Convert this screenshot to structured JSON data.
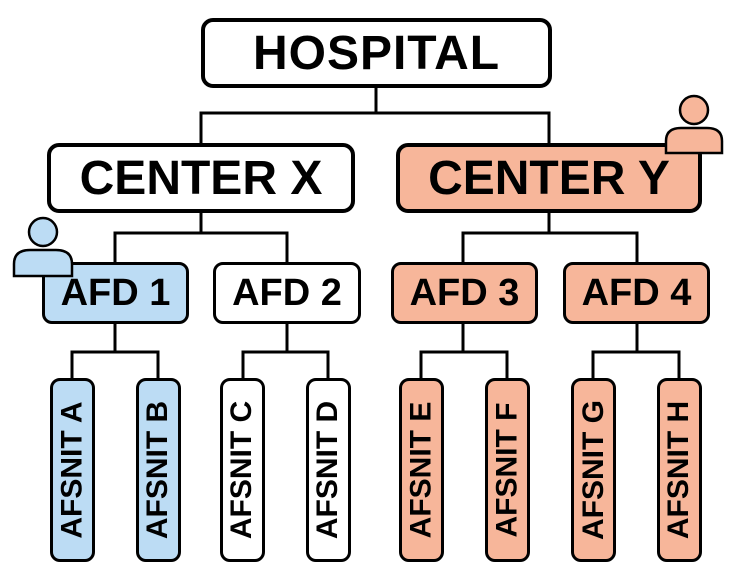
{
  "hospital": {
    "label": "HOSPITAL"
  },
  "centers": [
    {
      "label": "CENTER X"
    },
    {
      "label": "CENTER Y"
    }
  ],
  "departments": [
    {
      "label": "AFD 1"
    },
    {
      "label": "AFD 2"
    },
    {
      "label": "AFD 3"
    },
    {
      "label": "AFD 4"
    }
  ],
  "sections": [
    {
      "label": "AFSNIT A"
    },
    {
      "label": "AFSNIT B"
    },
    {
      "label": "AFSNIT C"
    },
    {
      "label": "AFSNIT D"
    },
    {
      "label": "AFSNIT E"
    },
    {
      "label": "AFSNIT F"
    },
    {
      "label": "AFSNIT G"
    },
    {
      "label": "AFSNIT H"
    }
  ],
  "icons": {
    "person_blue": "person-icon",
    "person_orange": "person-icon"
  },
  "colors": {
    "blue_fill": "#bcdcf4",
    "orange_fill": "#f7b69a",
    "white_fill": "#ffffff",
    "outline": "#000000"
  }
}
